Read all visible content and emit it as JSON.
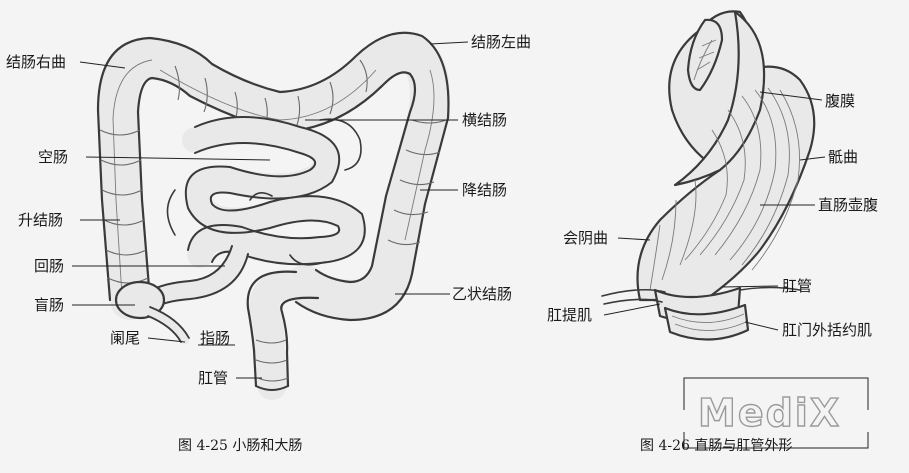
{
  "figure_left": {
    "caption": "图 4-25   小肠和大肠",
    "labels": {
      "jiechang_youqu": "结肠右曲",
      "jiechang_zuoqu": "结肠左曲",
      "hengjiechang": "横结肠",
      "kongchang": "空肠",
      "jiangjiechang": "降结肠",
      "shengjiechang": "升结肠",
      "huichang": "回肠",
      "mangchang": "盲肠",
      "yizhuangjiechang": "乙状结肠",
      "lanwei": "阑尾",
      "zhichang": "指肠",
      "ganguan": "肛管"
    }
  },
  "figure_right": {
    "caption": "图 4-26   直肠与肛管外形",
    "labels": {
      "fumo": "腹膜",
      "diqu": "骶曲",
      "zhichang_hufu": "直肠壶腹",
      "huiyinqu": "会阴曲",
      "ganguan": "肛管",
      "gantiji": "肛提肌",
      "ganmen_waikuoyueji": "肛门外括约肌"
    }
  },
  "watermark": {
    "text": "MediX",
    "color": "#9a9a9a"
  }
}
